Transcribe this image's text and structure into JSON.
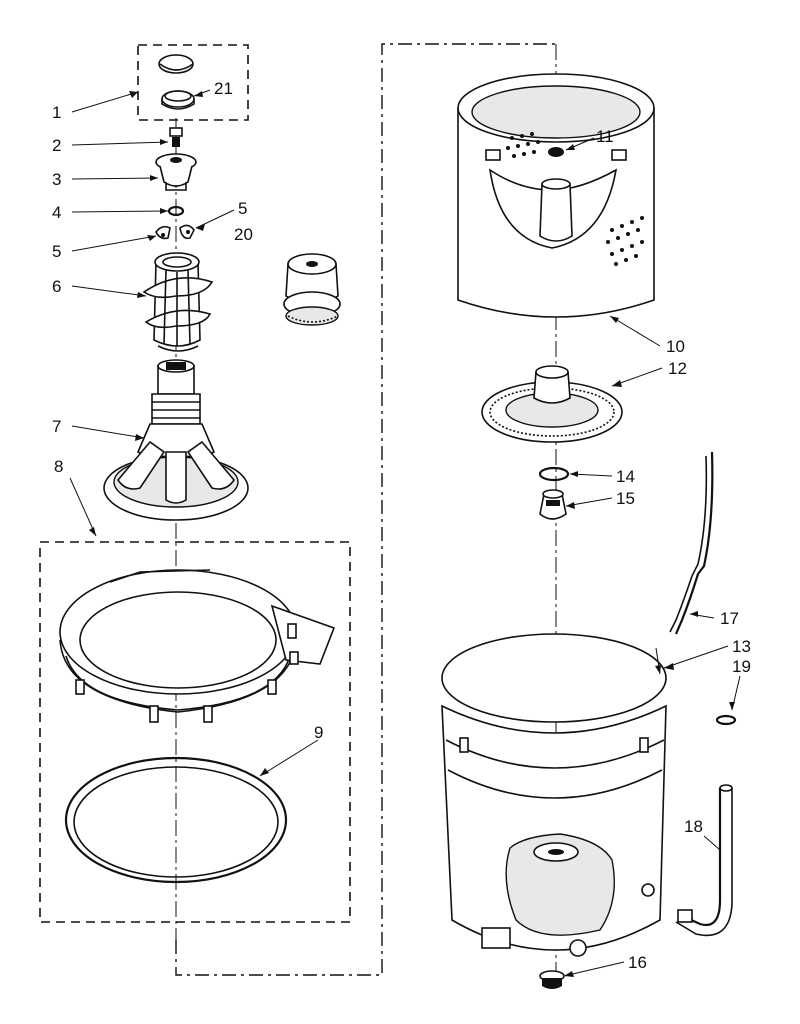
{
  "diagram": {
    "callouts": [
      {
        "id": "c1",
        "text": "1"
      },
      {
        "id": "c2",
        "text": "2"
      },
      {
        "id": "c3",
        "text": "3"
      },
      {
        "id": "c4",
        "text": "4"
      },
      {
        "id": "c5a",
        "text": "5"
      },
      {
        "id": "c5b",
        "text": "5"
      },
      {
        "id": "c6",
        "text": "6"
      },
      {
        "id": "c7",
        "text": "7"
      },
      {
        "id": "c8",
        "text": "8"
      },
      {
        "id": "c9",
        "text": "9"
      },
      {
        "id": "c10",
        "text": "10"
      },
      {
        "id": "c11",
        "text": "11"
      },
      {
        "id": "c12",
        "text": "12"
      },
      {
        "id": "c13",
        "text": "13"
      },
      {
        "id": "c14",
        "text": "14"
      },
      {
        "id": "c15",
        "text": "15"
      },
      {
        "id": "c16",
        "text": "16"
      },
      {
        "id": "c17",
        "text": "17"
      },
      {
        "id": "c18",
        "text": "18"
      },
      {
        "id": "c19",
        "text": "19"
      },
      {
        "id": "c20",
        "text": "20"
      },
      {
        "id": "c21",
        "text": "21"
      }
    ]
  }
}
